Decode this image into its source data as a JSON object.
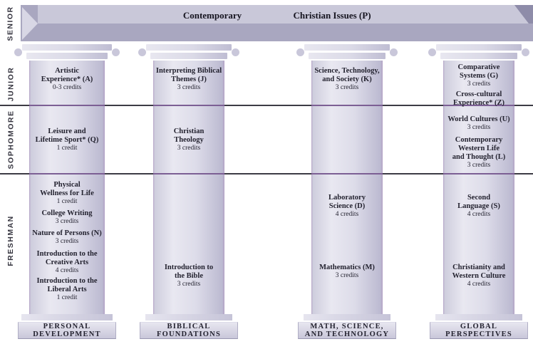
{
  "banner": {
    "row_label": "SENIOR",
    "segments": [
      "Contemporary",
      "Christian Issues (P)"
    ]
  },
  "row_labels": [
    "JUNIOR",
    "SOPHOMORE",
    "FRESHMAN"
  ],
  "pillars": [
    {
      "footer": "PERSONAL\nDEVELOPMENT",
      "courses": [
        {
          "row": "junior",
          "title": "Artistic\nExperience* (A)",
          "credits": "0-3 credits"
        },
        {
          "row": "sophomore",
          "title": "Leisure and\nLifetime Sport* (Q)",
          "credits": "1 credit"
        },
        {
          "row": "freshman",
          "title": "Physical\nWellness for Life",
          "credits": "1 credit"
        },
        {
          "row": "freshman",
          "title": "College Writing",
          "credits": "3 credits"
        },
        {
          "row": "freshman",
          "title": "Nature of Persons (N)",
          "credits": "3 credits"
        },
        {
          "row": "freshman",
          "title": "Introduction to the\nCreative Arts",
          "credits": "4 credits"
        },
        {
          "row": "freshman",
          "title": "Introduction to the\nLiberal Arts",
          "credits": "1 credit"
        }
      ]
    },
    {
      "footer": "BIBLICAL\nFOUNDATIONS",
      "courses": [
        {
          "row": "junior",
          "title": "Interpreting Biblical\nThemes (J)",
          "credits": "3 credits"
        },
        {
          "row": "sophomore",
          "title": "Christian\nTheology",
          "credits": "3 credits"
        },
        {
          "row": "freshman",
          "title": "Introduction to\nthe Bible",
          "credits": "3 credits"
        }
      ]
    },
    {
      "footer": "MATH, SCIENCE,\nAND TECHNOLOGY",
      "courses": [
        {
          "row": "junior",
          "title": "Science, Technology,\nand Society (K)",
          "credits": "3 credits"
        },
        {
          "row": "freshman",
          "title": "Laboratory\nScience (D)",
          "credits": "4 credits"
        },
        {
          "row": "freshman",
          "title": "Mathematics (M)",
          "credits": "3 credits"
        }
      ]
    },
    {
      "footer": "GLOBAL\nPERSPECTIVES",
      "courses": [
        {
          "row": "junior",
          "title": "Comparative\nSystems (G)",
          "credits": "3 credits"
        },
        {
          "row": "junior",
          "title": "Cross-cultural\nExperience* (Z)",
          "credits": ""
        },
        {
          "row": "sophomore",
          "title": "World Cultures (U)",
          "credits": "3 credits"
        },
        {
          "row": "sophomore",
          "title": "Contemporary\nWestern Life\nand Thought (L)",
          "credits": "3 credits"
        },
        {
          "row": "freshman",
          "title": "Second\nLanguage (S)",
          "credits": "4 credits"
        },
        {
          "row": "freshman",
          "title": "Christianity and\nWestern Culture",
          "credits": "4 credits"
        }
      ]
    }
  ],
  "colors": {
    "banner_front": "#a9a7c0",
    "banner_top": "#c9c8d9",
    "banner_tail": "#d8d7e5",
    "banner_end": "#8e8ca9",
    "pillar_light": "#e9e8f1",
    "pillar_dark": "#bcbad1",
    "divider": "#3d3c45",
    "divider_on_pillar": "#7c5f94",
    "text": "#23222f"
  }
}
